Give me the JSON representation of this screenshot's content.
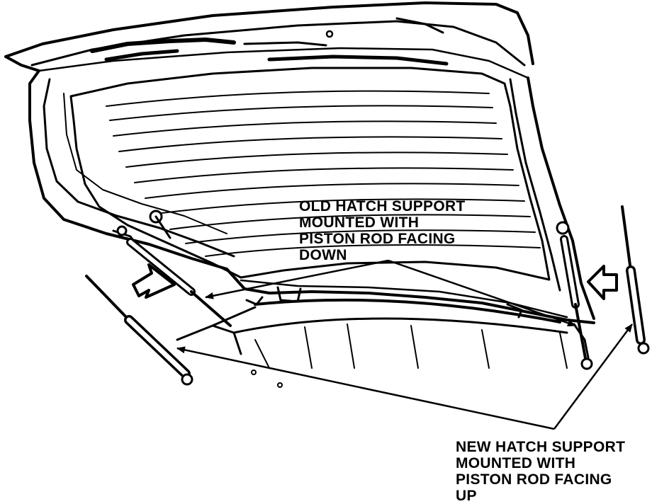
{
  "labels": {
    "old": {
      "lines": [
        "OLD HATCH SUPPORT",
        "MOUNTED WITH",
        "PISTON ROD FACING",
        "DOWN"
      ]
    },
    "new": {
      "lines": [
        "NEW HATCH SUPPORT",
        "MOUNTED WITH",
        "PISTON ROD FACING",
        "UP"
      ]
    }
  },
  "icons": [
    "hatch-door-icon",
    "gas-strut-icon",
    "arrow-icon"
  ],
  "colors": {
    "ink": "#000000",
    "paper": "#ffffff"
  }
}
